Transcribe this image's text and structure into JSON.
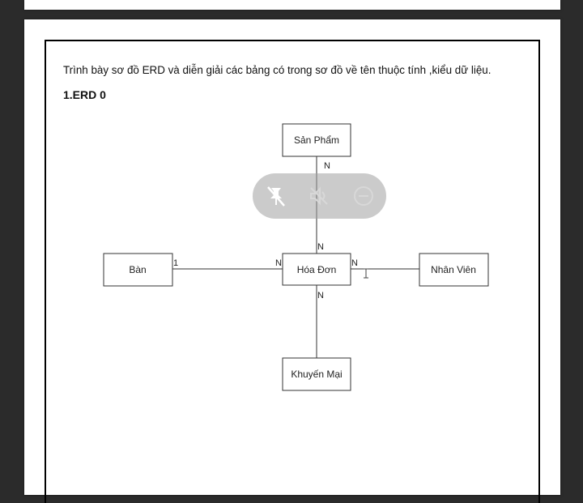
{
  "document": {
    "instruction": "Trình bày sơ đồ ERD và diễn giải các bảng có trong sơ đồ về tên thuộc tính ,kiểu dữ liệu.",
    "heading": "1.ERD 0"
  },
  "erd": {
    "entities": {
      "san_pham": "Sản Phẩm",
      "ban": "Bàn",
      "hoa_don": "Hóa Đơn",
      "nhan_vien": "Nhân Viên",
      "khuyen_mai": "Khuyến Mại"
    },
    "cardinalities": {
      "sanpham_top": "N",
      "sanpham_bottom": "N",
      "ban_side": "1",
      "hoadon_left": "N",
      "hoadon_right": "N",
      "khuyenmai_side": "N"
    }
  },
  "overlay_controls": {
    "icons": [
      "unpin-icon",
      "mute-icon",
      "minimize-icon"
    ]
  },
  "colors": {
    "background": "#2b2b2b",
    "page": "#ffffff",
    "overlay": "#a0a0a0"
  }
}
